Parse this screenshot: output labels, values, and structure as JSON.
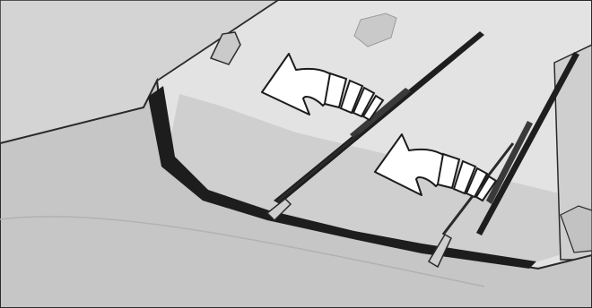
{
  "figure": {
    "kind": "technical-illustration",
    "subject_icons": [
      "car-hood-icon",
      "windshield-icon",
      "wiper-blade-icon",
      "curved-arrow-icon"
    ],
    "wiper_count": 2,
    "arrow_direction": "counter-clockwise",
    "colors": {
      "background": "#d8d8d8",
      "hood": "#c7c7c7",
      "glass": "#e4e4e4",
      "lines": "#1c1c1c",
      "arrow": "#ffffff"
    }
  }
}
